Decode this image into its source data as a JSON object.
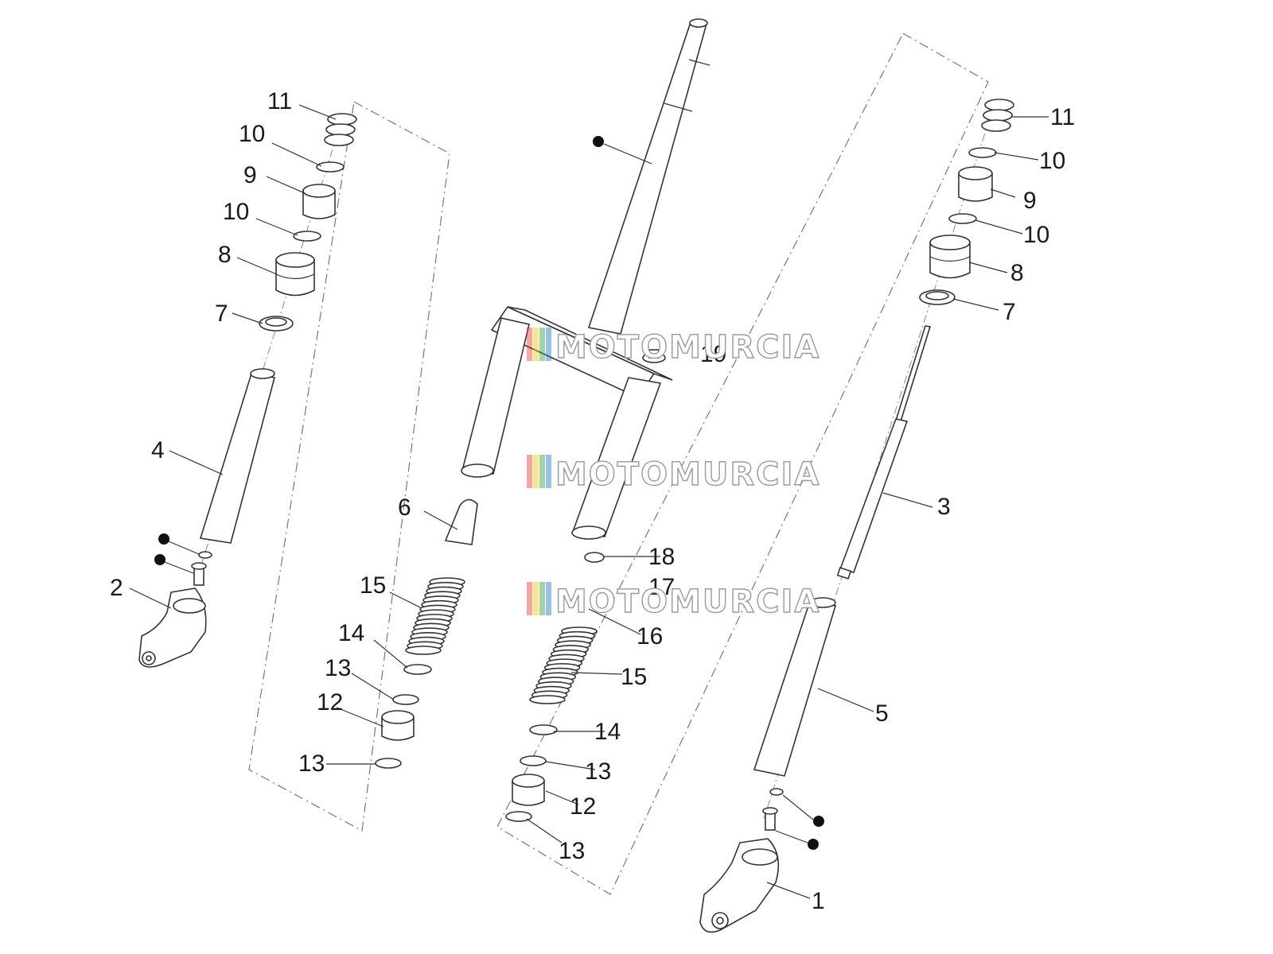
{
  "watermark": {
    "text": "MOTOMURCIA",
    "stripe_colors": [
      "#e63b2e",
      "#f2c500",
      "#2fa04a",
      "#1e73c8"
    ]
  },
  "callouts": {
    "left_assembly": [
      "11",
      "10",
      "9",
      "10",
      "8",
      "7",
      "4",
      "2"
    ],
    "center_assembly": [
      "6",
      "15",
      "14",
      "13",
      "12",
      "13",
      "18",
      "17",
      "16",
      "15",
      "14",
      "13",
      "12",
      "13",
      "19"
    ],
    "right_assembly": [
      "11",
      "10",
      "9",
      "10",
      "8",
      "7",
      "3",
      "5",
      "1"
    ]
  },
  "marker_icon": "filled-dot-icon"
}
